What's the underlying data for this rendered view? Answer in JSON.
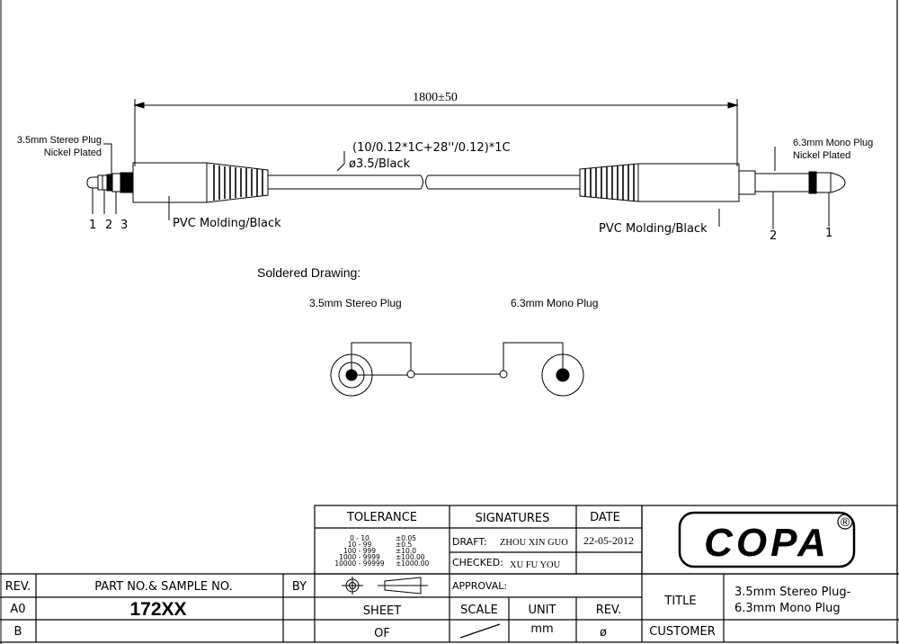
{
  "drawing": {
    "overall_length": "1800±50",
    "cable_spec_line1": "(10/0.12*1C+28''/0.12)*1C",
    "cable_spec_line2": "ø3.5/Black",
    "left_plug_label_line1": "3.5mm Stereo Plug",
    "left_plug_label_line2": "Nickel Plated",
    "right_plug_label_line1": "6.3mm Mono Plug",
    "right_plug_label_line2": "Nickel Plated",
    "left_molding": "PVC Molding/Black",
    "right_molding": "PVC Molding/Black",
    "left_pins": [
      "1",
      "2",
      "3"
    ],
    "right_pins": [
      "2",
      "1"
    ],
    "soldered_title": "Soldered Drawing:",
    "solder_left_label": "3.5mm Stereo Plug",
    "solder_right_label": "6.3mm Mono Plug"
  },
  "title_block": {
    "tolerance_header": "TOLERANCE",
    "tolerance_rows": [
      {
        "range": "0 - 10",
        "tol": "±0.05"
      },
      {
        "range": "10 - 99",
        "tol": "±0.5"
      },
      {
        "range": "100 - 999",
        "tol": "±10.0"
      },
      {
        "range": "1000 - 9999",
        "tol": "±100.00"
      },
      {
        "range": "10000 - 99999",
        "tol": "±1000.00"
      }
    ],
    "signatures_header": "SIGNATURES",
    "date_header": "DATE",
    "draft_label": "DRAFT:",
    "draft_name": "ZHOU XIN GUO",
    "draft_date": "22-05-2012",
    "checked_label": "CHECKED:",
    "checked_name": "XU FU YOU",
    "approval_label": "APPROVAL:",
    "logo_text": "COPA",
    "logo_mark": "®",
    "rev_header": "REV.",
    "part_header": "PART NO.& SAMPLE NO.",
    "by_header": "BY",
    "rev_a": "A0",
    "rev_b": "B",
    "part_no": "172XX",
    "sheet_label": "SHEET",
    "of_label": "OF",
    "scale_label": "SCALE",
    "unit_label": "UNIT",
    "unit_value": "mm",
    "rev_label": "REV.",
    "rev_value": "ø",
    "title_label": "TITLE",
    "title_line1": "3.5mm Stereo Plug-",
    "title_line2": "6.3mm Mono Plug",
    "customer_label": "CUSTOMER"
  }
}
